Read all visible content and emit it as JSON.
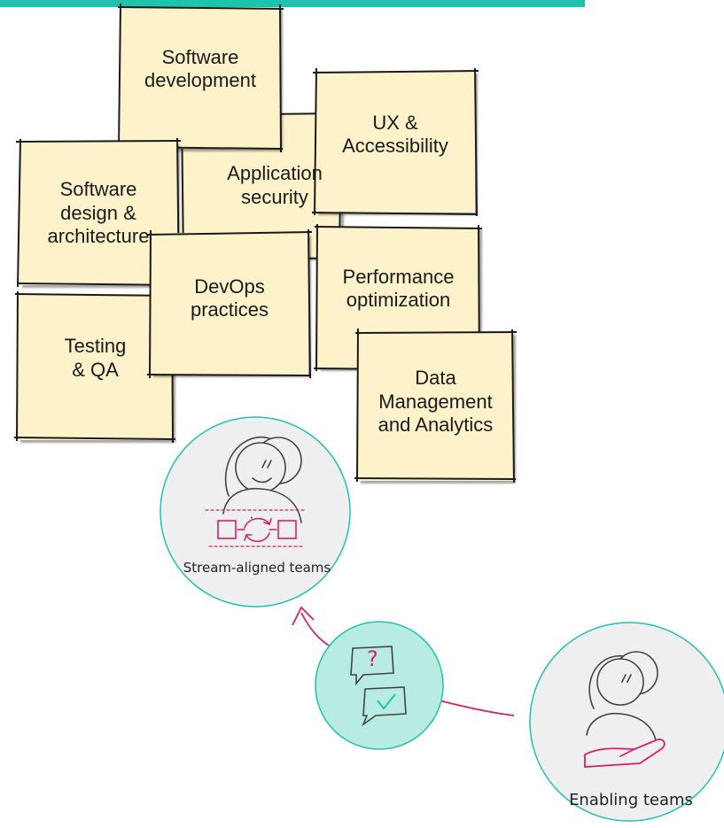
{
  "notes": [
    {
      "id": "software-development",
      "label": "Software\ndevelopment"
    },
    {
      "id": "application-security",
      "label": "Application\nsecurity"
    },
    {
      "id": "ux-accessibility",
      "label": "UX &\nAccessibility"
    },
    {
      "id": "software-design-architecture",
      "label": "Software\ndesign &\narchitecture"
    },
    {
      "id": "devops-practices",
      "label": "DevOps\npractices"
    },
    {
      "id": "performance-optimization",
      "label": "Performance\noptimization"
    },
    {
      "id": "testing-qa",
      "label": "Testing\n& QA"
    },
    {
      "id": "data-management-analytics",
      "label": "Data\nManagement\nand Analytics"
    }
  ],
  "teams": {
    "stream_aligned": {
      "label": "Stream-aligned teams",
      "icon": "team-flow-icon"
    },
    "enabling": {
      "label": "Enabling teams",
      "icon": "team-helping-hand-icon"
    }
  },
  "interaction": {
    "icon": "question-answer-chat-icon",
    "question_mark": "?"
  },
  "colors": {
    "accent_teal": "#1fc2ad",
    "note_fill": "#fdf2c9",
    "circle_fill": "#efefef",
    "interaction_fill": "#b8ece2",
    "magenta": "#d6216a"
  }
}
